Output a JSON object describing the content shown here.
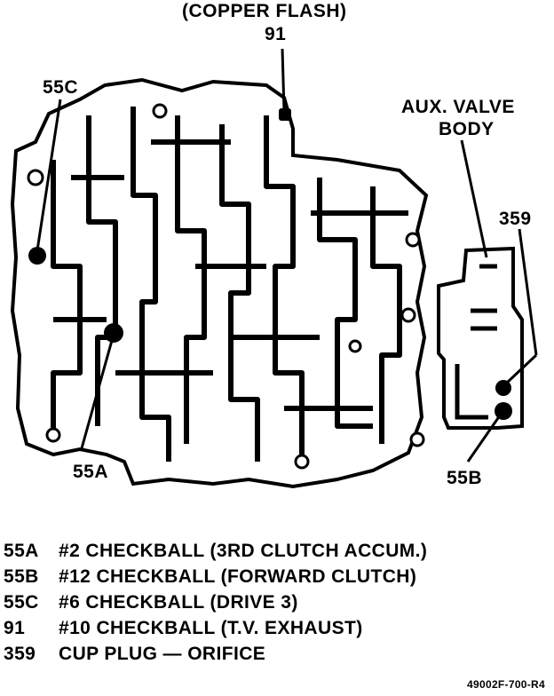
{
  "callouts": {
    "top_note": "(COPPER FLASH)",
    "label_91": "91",
    "label_55c": "55C",
    "aux_line1": "AUX. VALVE",
    "aux_line2": "BODY",
    "label_359": "359",
    "label_55a": "55A",
    "label_55b": "55B"
  },
  "legend": [
    {
      "code": "55A",
      "text": "#2 CHECKBALL (3RD CLUTCH ACCUM.)"
    },
    {
      "code": "55B",
      "text": "#12 CHECKBALL (FORWARD CLUTCH)"
    },
    {
      "code": "55C",
      "text": "#6 CHECKBALL (DRIVE 3)"
    },
    {
      "code": "91",
      "text": "#10 CHECKBALL (T.V. EXHAUST)"
    },
    {
      "code": "359",
      "text": "CUP PLUG — ORIFICE"
    }
  ],
  "part_number": "49002F-700-R4"
}
